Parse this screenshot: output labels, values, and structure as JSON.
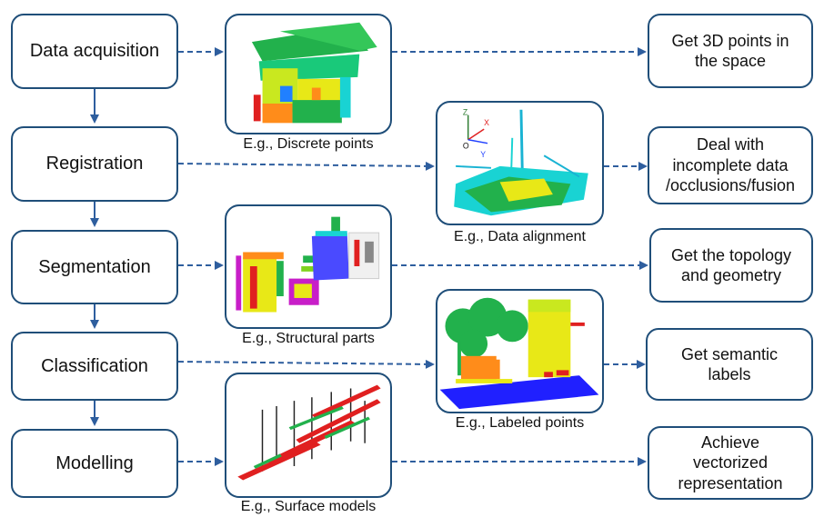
{
  "steps": [
    {
      "label": "Data acquisition"
    },
    {
      "label": "Registration"
    },
    {
      "label": "Segmentation"
    },
    {
      "label": "Classification"
    },
    {
      "label": "Modelling"
    }
  ],
  "examples": [
    {
      "caption": "E.g., Discrete points"
    },
    {
      "caption": "E.g.,  Data alignment",
      "axes": {
        "z": "Z",
        "x": "X",
        "o": "O",
        "y": "Y"
      }
    },
    {
      "caption": "E.g., Structural parts"
    },
    {
      "caption": "E.g., Labeled points"
    },
    {
      "caption": "E.g., Surface models"
    }
  ],
  "outcomes": [
    {
      "text": "Get 3D points in\nthe space"
    },
    {
      "text": "Deal with\nincomplete data\n/occlusions/fusion"
    },
    {
      "text": "Get the topology\nand geometry"
    },
    {
      "text": "Get semantic\nlabels"
    },
    {
      "text": "Achieve\nvectorized\nrepresentation"
    }
  ],
  "colors": {
    "border": "#1f4e79",
    "arrow": "#2e5e9e",
    "points_green": "#22b14c",
    "points_yellow": "#e8e817",
    "points_cyan": "#19d3d3",
    "points_blue": "#2020ff",
    "points_red": "#e02020",
    "points_orange": "#ff8c1a"
  }
}
